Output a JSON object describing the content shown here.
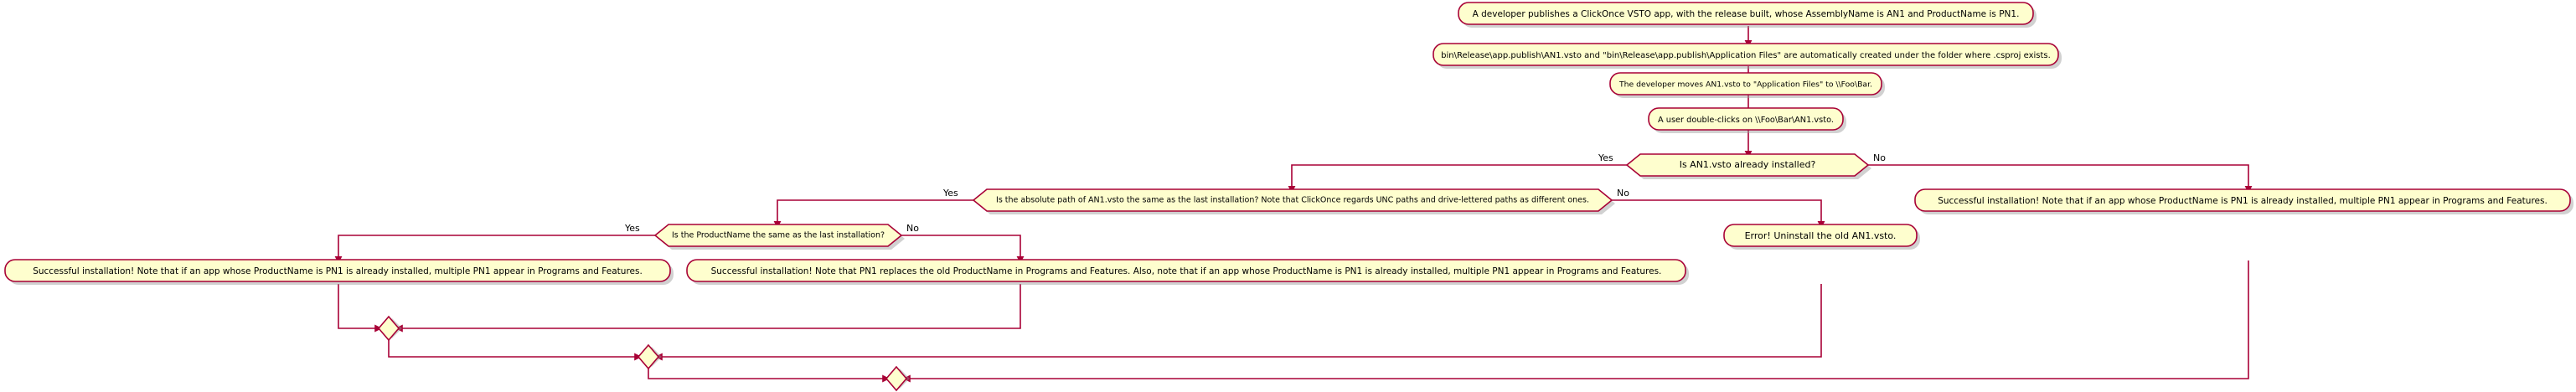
{
  "diagram": {
    "title": "ClickOnce VSTO installation decision flow",
    "type": "activity-flowchart",
    "colors": {
      "node_fill": "#FEFECE",
      "node_border": "#A80036",
      "connector": "#A80036",
      "text": "#000000",
      "background": "#FFFFFF"
    },
    "nodes": {
      "publish": {
        "kind": "activity",
        "text": "A developer publishes a ClickOnce VSTO app, with the release built, whose AssemblyName is AN1 and ProductName is PN1."
      },
      "artifacts": {
        "kind": "activity",
        "text": "bin\\Release\\app.publish\\AN1.vsto and \"bin\\Release\\app.publish\\Application Files\" are automatically created under the folder where .csproj exists."
      },
      "move": {
        "kind": "activity",
        "text": "The developer moves AN1.vsto to \"Application Files\" to \\\\Foo\\Bar."
      },
      "doubleclick": {
        "kind": "activity",
        "text": "A user double-clicks on \\\\Foo\\Bar\\AN1.vsto."
      },
      "decision_installed": {
        "kind": "decision",
        "text": "Is AN1.vsto already installed?",
        "yes_label": "Yes",
        "no_label": "No"
      },
      "decision_path": {
        "kind": "decision",
        "text": "Is the absolute path of AN1.vsto the same as the last installation? Note that ClickOnce regards UNC paths and drive-lettered paths as different ones.",
        "yes_label": "Yes",
        "no_label": "No"
      },
      "decision_productname": {
        "kind": "decision",
        "text": "Is the ProductName the same as the last installation?",
        "yes_label": "Yes",
        "no_label": "No"
      },
      "success_left": {
        "kind": "activity",
        "text": "Successful installation! Note that if an app whose ProductName is PN1 is already installed, multiple PN1 appear in Programs and Features."
      },
      "success_mid": {
        "kind": "activity",
        "text": "Successful installation! Note that PN1 replaces the old ProductName in Programs and Features. Also, note that if an app whose ProductName is PN1 is already installed, multiple PN1 appear in Programs and Features."
      },
      "error_uninstall": {
        "kind": "activity",
        "text": "Error! Uninstall the old AN1.vsto."
      },
      "success_right": {
        "kind": "activity",
        "text": "Successful installation! Note that if an app whose ProductName is PN1 is already installed, multiple PN1 appear in Programs and Features."
      },
      "merge_1": {
        "kind": "merge",
        "text": ""
      },
      "merge_2": {
        "kind": "merge",
        "text": ""
      },
      "merge_3": {
        "kind": "merge",
        "text": ""
      }
    }
  }
}
